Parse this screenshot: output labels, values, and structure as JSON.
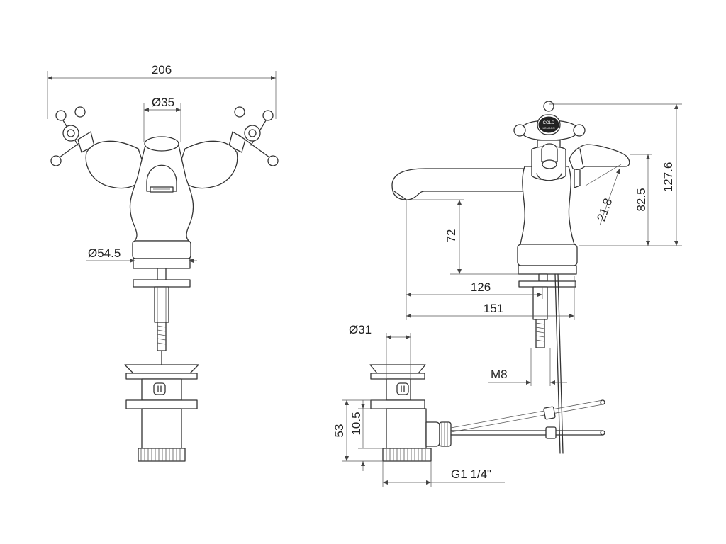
{
  "dimensions": {
    "front": {
      "overall_width": "206",
      "spout_diameter": "Ø35",
      "base_diameter": "Ø54.5"
    },
    "side": {
      "overall_height": "127.6",
      "handle_height": "82.5",
      "lever_length": "21.8",
      "spout_height": "72",
      "spout_reach": "126",
      "overall_depth": "151",
      "thread": "M8"
    },
    "waste": {
      "diameter": "Ø31",
      "height": "53",
      "offset": "10.5",
      "thread": "G1 1/4\""
    }
  },
  "handle_badge": {
    "label": "COLD",
    "maker": "LONDON"
  }
}
